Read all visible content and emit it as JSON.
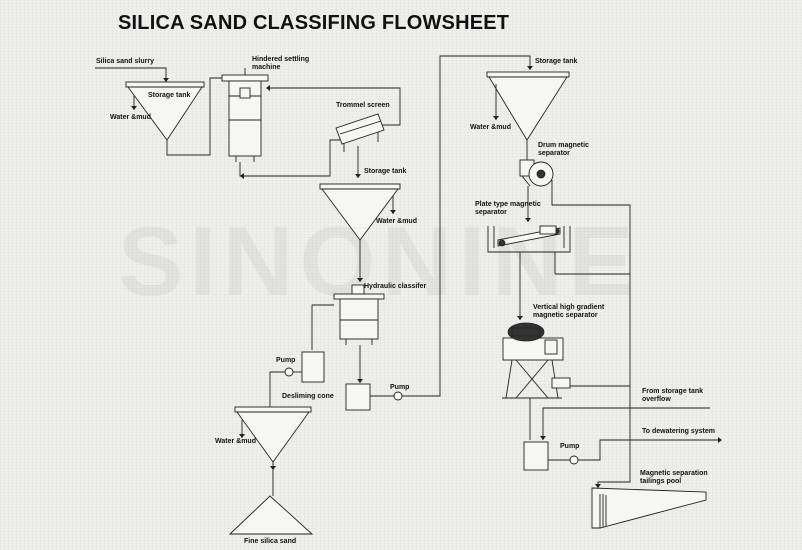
{
  "title": "SILICA SAND CLASSIFING FLOWSHEET",
  "watermark": "SINONINE",
  "labels": {
    "silica_sand_slurry": "Silica sand slurry",
    "storage_tank_1": "Storage tank",
    "water_mud_1": "Water &mud",
    "hindered_settling_line1": "Hindered settling",
    "hindered_settling_line2": "machine",
    "trommel_screen": "Trommel screen",
    "storage_tank_2": "Storage tank",
    "water_mud_2": "Water &mud",
    "hydraulic_classifier": "Hydraulic classifer",
    "pump_1": "Pump",
    "pump_2": "Pump",
    "desliming_cone": "Desliming cone",
    "water_mud_3": "Water &mud",
    "fine_silica_sand": "Fine silica sand",
    "storage_tank_3": "Storage tank",
    "water_mud_4": "Water &mud",
    "drum_magnetic_line1": "Drum magnetic",
    "drum_magnetic_line2": "separator",
    "plate_type_line1": "Plate type magnetic",
    "plate_type_line2": "separator",
    "vertical_hg_line1": "Vertical high gradient",
    "vertical_hg_line2": "magnetic separator",
    "from_storage_line1": "From storage tank",
    "from_storage_line2": "overflow",
    "pump_3": "Pump",
    "to_dewatering": "To dewatering system",
    "tailings_line1": "Magnetic separation",
    "tailings_line2": "tailings pool"
  },
  "colors": {
    "ink": "#222222",
    "background": "#efefed"
  }
}
